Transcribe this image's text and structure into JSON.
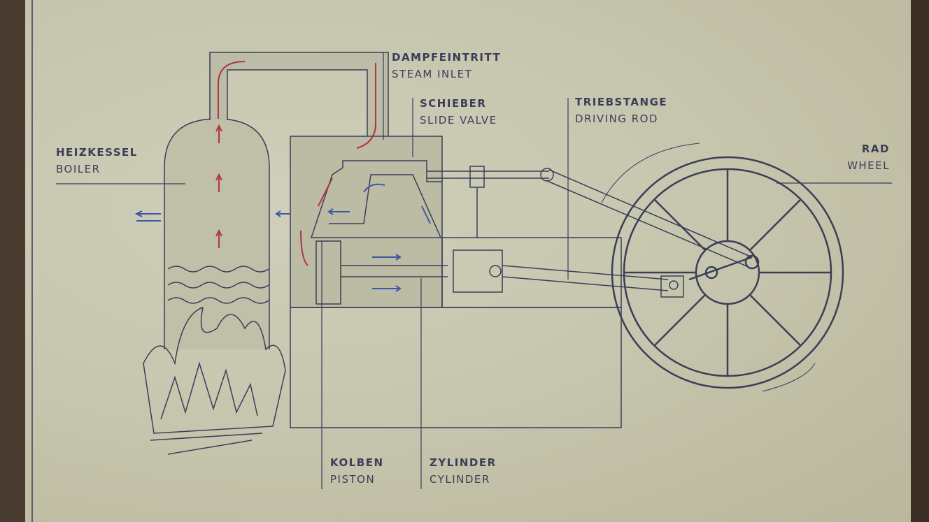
{
  "labels": {
    "steam_inlet": {
      "de": "DAMPFEINTRITT",
      "en": "STEAM INLET"
    },
    "slide_valve": {
      "de": "SCHIEBER",
      "en": "SLIDE VALVE"
    },
    "driving_rod": {
      "de": "TRIEBSTANGE",
      "en": "DRIVING ROD"
    },
    "boiler": {
      "de": "HEIZKESSEL",
      "en": "BOILER"
    },
    "wheel": {
      "de": "RAD",
      "en": "WHEEL"
    },
    "piston": {
      "de": "KOLBEN",
      "en": "PISTON"
    },
    "cylinder": {
      "de": "ZYLINDER",
      "en": "CYLINDER"
    }
  },
  "colors": {
    "ink": "#3a3e58",
    "steam_arrow": "#b0344a",
    "exhaust_arrow": "#3d56a8",
    "panel": "#c9c8b0"
  }
}
